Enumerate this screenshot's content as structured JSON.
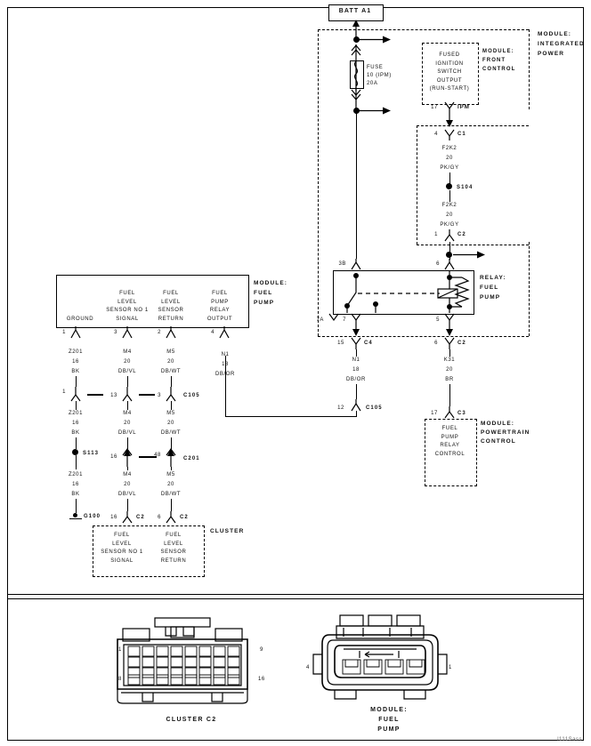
{
  "diagram": {
    "title_box": "BATT A1",
    "watermark": "l111Sass"
  },
  "modules": {
    "integrated_power": {
      "name": "MODULE:\nINTEGRATED\nPOWER"
    },
    "front_control": {
      "name": "MODULE:\nFRONT\nCONTROL",
      "function": "FUSED\nIGNITION\nSWITCH\nOUTPUT\n(RUN-START)"
    },
    "fuel_pump": {
      "name": "MODULE:\nFUEL\nPUMP"
    },
    "powertrain_control": {
      "name": "MODULE:\nPOWERTRAIN\nCONTROL",
      "function": "FUEL\nPUMP\nRELAY\nCONTROL"
    },
    "cluster": {
      "name": "CLUSTER"
    },
    "relay_fuel_pump": {
      "name": "RELAY:\nFUEL\nPUMP"
    }
  },
  "fuse": {
    "line1": "FUSE",
    "line2": "10 (IPM)",
    "line3": "20A"
  },
  "splices": {
    "s104": "S104",
    "s113": "S113",
    "g100": "G100"
  },
  "connectors": {
    "ipm": {
      "pin": "17",
      "name": "IPM"
    },
    "c1": {
      "pin": "4",
      "name": "C1"
    },
    "c2_ipm": {
      "pin": "1",
      "name": "C2"
    },
    "c4_relay": {
      "pin": "15",
      "name": "C4"
    },
    "c2_relay": {
      "pin": "6",
      "name": "C2"
    },
    "c105_n1": {
      "pin": "12",
      "name": "C105"
    },
    "c3_pcm": {
      "pin": "17",
      "name": "C3"
    },
    "c105_row": {
      "name": "C105",
      "pins": [
        "1",
        "13",
        "3"
      ]
    },
    "c201_row": {
      "name": "C201",
      "pins": [
        "16",
        "48"
      ]
    },
    "c2_cluster_left": {
      "pin": "16",
      "name": "C2"
    },
    "c2_cluster_right": {
      "pin": "6",
      "name": "C2"
    }
  },
  "relay_pins": {
    "p3b": "3B",
    "p6": "6",
    "p7a": "7A",
    "p7": "7",
    "p5": "5"
  },
  "fuel_pump_module": {
    "pin_labels": [
      "1",
      "3",
      "2",
      "4"
    ],
    "functions": [
      "GROUND",
      "FUEL\nLEVEL\nSENSOR NO 1\nSIGNAL",
      "FUEL\nLEVEL\nSENSOR\nRETURN",
      "FUEL\nPUMP\nRELAY\nOUTPUT"
    ]
  },
  "cluster_block": {
    "functions": [
      "FUEL\nLEVEL\nSENSOR NO 1\nSIGNAL",
      "FUEL\nLEVEL\nSENSOR\nRETURN"
    ]
  },
  "wires": {
    "f2k2_top": {
      "id": "F2K2",
      "gauge": "20",
      "color": "PK/GY"
    },
    "f2k2_bot": {
      "id": "F2K2",
      "gauge": "20",
      "color": "PK/GY"
    },
    "z201_a": {
      "id": "Z201",
      "gauge": "16",
      "color": "BK"
    },
    "z201_b": {
      "id": "Z201",
      "gauge": "16",
      "color": "BK"
    },
    "z201_c": {
      "id": "Z201",
      "gauge": "16",
      "color": "BK"
    },
    "m4_a": {
      "id": "M4",
      "gauge": "20",
      "color": "DB/VL"
    },
    "m4_b": {
      "id": "M4",
      "gauge": "20",
      "color": "DB/VL"
    },
    "m4_c": {
      "id": "M4",
      "gauge": "20",
      "color": "DB/VL"
    },
    "m5_a": {
      "id": "M5",
      "gauge": "20",
      "color": "DB/WT"
    },
    "m5_b": {
      "id": "M5",
      "gauge": "20",
      "color": "DB/WT"
    },
    "m5_c": {
      "id": "M5",
      "gauge": "20",
      "color": "DB/WT"
    },
    "n1_top": {
      "id": "N1",
      "gauge": "18",
      "color": "DB/OR"
    },
    "n1_bot": {
      "id": "N1",
      "gauge": "18",
      "color": "DB/OR"
    },
    "k31": {
      "id": "K31",
      "gauge": "20",
      "color": "BR"
    }
  },
  "bottom_connectors": {
    "cluster_c2": {
      "caption": "CLUSTER C2",
      "pins": [
        "1",
        "8",
        "9",
        "16"
      ]
    },
    "fuel_pump": {
      "caption": "MODULE:\nFUEL\nPUMP",
      "pins": [
        "4",
        "1"
      ]
    }
  }
}
